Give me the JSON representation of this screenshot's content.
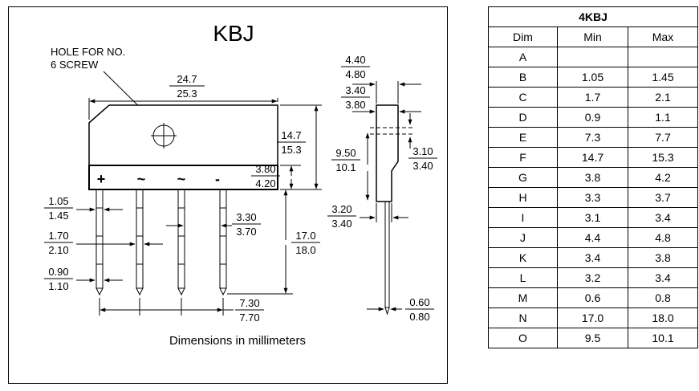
{
  "drawing": {
    "title": "KBJ",
    "hole_label_line1": "HOLE FOR NO.",
    "hole_label_line2": "6 SCREW",
    "caption": "Dimensions in millimeters",
    "terminals": [
      "+",
      "~",
      "~",
      "-"
    ],
    "dims": {
      "overall_width": {
        "min": "24.7",
        "max": "25.3"
      },
      "body_height": {
        "min": "14.7",
        "max": "15.3"
      },
      "strip_height": {
        "min": "3.80",
        "max": "4.20"
      },
      "pin_width": {
        "min": "1.05",
        "max": "1.45"
      },
      "pin_wide_width": {
        "min": "1.70",
        "max": "2.10"
      },
      "pin_narrow_width": {
        "min": "0.90",
        "max": "1.10"
      },
      "pin_gap": {
        "min": "3.30",
        "max": "3.70"
      },
      "pin_length": {
        "min": "17.0",
        "max": "18.0"
      },
      "pin_pitch": {
        "min": "7.30",
        "max": "7.70"
      },
      "side_top_width": {
        "min": "4.40",
        "max": "4.80"
      },
      "side_body_width": {
        "min": "3.40",
        "max": "3.80"
      },
      "hole_position": {
        "min": "9.50",
        "max": "10.1"
      },
      "hole_diameter": {
        "min": "3.10",
        "max": "3.40"
      },
      "side_bottom_width": {
        "min": "3.20",
        "max": "3.40"
      },
      "lead_thickness": {
        "min": "0.60",
        "max": "0.80"
      }
    }
  },
  "table": {
    "title": "4KBJ",
    "columns": [
      "Dim",
      "Min",
      "Max"
    ],
    "rows": [
      {
        "dim": "A",
        "min": "",
        "max": ""
      },
      {
        "dim": "B",
        "min": "1.05",
        "max": "1.45"
      },
      {
        "dim": "C",
        "min": "1.7",
        "max": "2.1"
      },
      {
        "dim": "D",
        "min": "0.9",
        "max": "1.1"
      },
      {
        "dim": "E",
        "min": "7.3",
        "max": "7.7"
      },
      {
        "dim": "F",
        "min": "14.7",
        "max": "15.3"
      },
      {
        "dim": "G",
        "min": "3.8",
        "max": "4.2"
      },
      {
        "dim": "H",
        "min": "3.3",
        "max": "3.7"
      },
      {
        "dim": "I",
        "min": "3.1",
        "max": "3.4"
      },
      {
        "dim": "J",
        "min": "4.4",
        "max": "4.8"
      },
      {
        "dim": "K",
        "min": "3.4",
        "max": "3.8"
      },
      {
        "dim": "L",
        "min": "3.2",
        "max": "3.4"
      },
      {
        "dim": "M",
        "min": "0.6",
        "max": "0.8"
      },
      {
        "dim": "N",
        "min": "17.0",
        "max": "18.0"
      },
      {
        "dim": "O",
        "min": "9.5",
        "max": "10.1"
      }
    ]
  }
}
